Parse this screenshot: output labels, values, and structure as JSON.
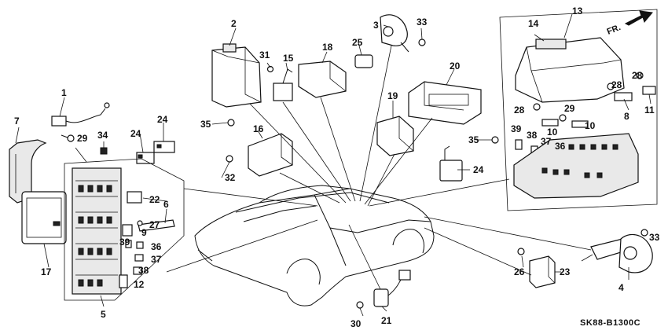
{
  "diagram": {
    "drawing_code": "SK88-B1300C",
    "orientation_label": "FR.",
    "callouts": {
      "n1": "1",
      "n2": "2",
      "n3": "3",
      "n4": "4",
      "n5": "5",
      "n6": "6",
      "n7": "7",
      "n8": "8",
      "n9": "9",
      "n10a": "10",
      "n10b": "10",
      "n11": "11",
      "n12": "12",
      "n13": "13",
      "n14": "14",
      "n15": "15",
      "n16": "16",
      "n17": "17",
      "n18": "18",
      "n19": "19",
      "n20": "20",
      "n21": "21",
      "n22": "22",
      "n23": "23",
      "n24a": "24",
      "n24b": "24",
      "n24c": "24",
      "n25": "25",
      "n26": "26",
      "n27": "27",
      "n28a": "28",
      "n28b": "28",
      "n28c": "28",
      "n29a": "29",
      "n29b": "29",
      "n30": "30",
      "n31": "31",
      "n32": "32",
      "n33a": "33",
      "n33b": "33",
      "n34": "34",
      "n35a": "35",
      "n35b": "35",
      "n36a": "36",
      "n36b": "36",
      "n37a": "37",
      "n37b": "37",
      "n38a": "38",
      "n38b": "38",
      "n39a": "39",
      "n39b": "39"
    }
  }
}
